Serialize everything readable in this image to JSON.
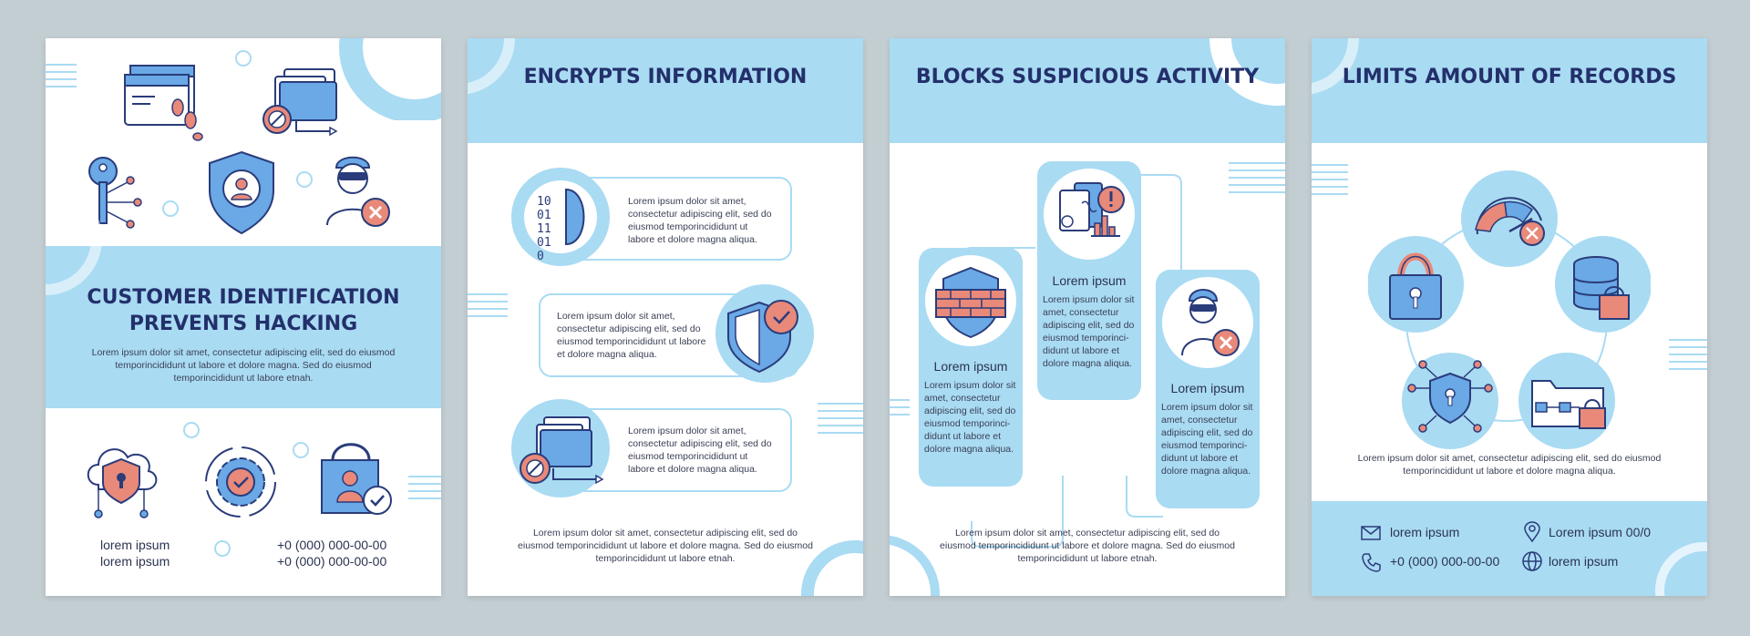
{
  "colors": {
    "accent": "#a9dbf3",
    "title": "#23306b",
    "icon_stroke": "#2a3c7a",
    "icon_fill": "#6aa8e6",
    "icon_red": "#e8897a",
    "bg": "#c3ced2"
  },
  "page1": {
    "title": "CUSTOMER IDENTIFICATION PREVENTS HACKING",
    "body": "Lorem ipsum dolor sit amet, consectetur adipiscing elit, sed do eiusmod temporincididunt ut labore et dolore magna. Sed do eiusmod temporincididunt ut labore etnah.",
    "contact_left_1": "lorem ipsum",
    "contact_left_2": "lorem ipsum",
    "contact_right_1": "+0 (000) 000-00-00",
    "contact_right_2": "+0 (000) 000-00-00"
  },
  "page2": {
    "title": "ENCRYPTS INFORMATION",
    "items": [
      {
        "text": "Lorem ipsum dolor sit amet, consectetur adipiscing elit, sed do eiusmod temporincididunt ut labore et dolore magna aliqua."
      },
      {
        "text": "Lorem ipsum dolor sit amet, consectetur adipiscing elit, sed do eiusmod temporincididunt ut labore et dolore magna aliqua."
      },
      {
        "text": "Lorem ipsum dolor sit amet, consectetur adipiscing elit, sed do eiusmod temporincididunt ut labore et dolore magna aliqua."
      }
    ],
    "binary": [
      "10",
      "01",
      "11",
      "01",
      "0"
    ],
    "footer": "Lorem ipsum dolor sit amet, consectetur adipiscing elit, sed do eiusmod temporincididunt ut labore et dolore magna. Sed do eiusmod temporincididunt ut labore etnah."
  },
  "page3": {
    "title": "BLOCKS SUSPICIOUS ACTIVITY",
    "items": [
      {
        "label": "Lorem ipsum",
        "text": "Lorem ipsum dolor sit amet, consectetur adipiscing elit, sed do eiusmod temporinci­didunt ut labore et dolore magna aliqua."
      },
      {
        "label": "Lorem ipsum",
        "text": "Lorem ipsum dolor sit amet, consectetur adipiscing elit, sed do eiusmod temporinci­didunt ut labore et dolore magna aliqua."
      },
      {
        "label": "Lorem ipsum",
        "text": "Lorem ipsum dolor sit amet, consectetur adipiscing elit, sed do eiusmod temporinci­didunt ut labore et dolore magna aliqua."
      }
    ],
    "footer": "Lorem ipsum dolor sit amet, consectetur adipiscing elit, sed do eiusmod temporincididunt ut labore et dolore magna. Sed do eiusmod temporincididunt ut labore etnah."
  },
  "page4": {
    "title": "LIMITS AMOUNT OF RECORDS",
    "body": "Lorem ipsum dolor sit amet, consectetur adipiscing elit, sed do eiusmod temporincididunt ut labore et dolore magna aliqua.",
    "contact_email": "lorem ipsum",
    "contact_phone": "+0 (000) 000-00-00",
    "contact_address": "Lorem ipsum 00/0",
    "contact_web": "lorem ipsum"
  }
}
